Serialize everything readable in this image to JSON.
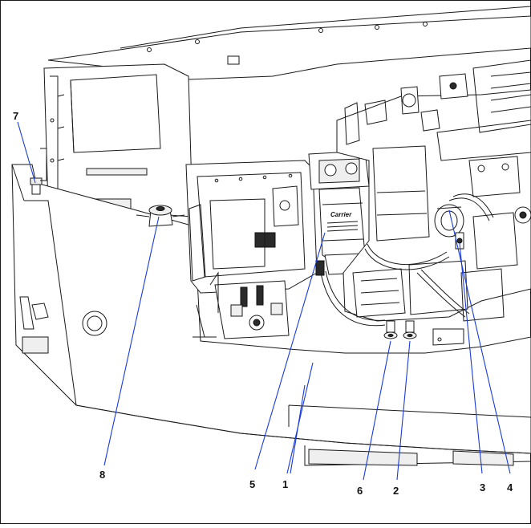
{
  "callouts": [
    {
      "id": "c1",
      "label": "1"
    },
    {
      "id": "c2",
      "label": "2"
    },
    {
      "id": "c3",
      "label": "3"
    },
    {
      "id": "c4",
      "label": "4"
    },
    {
      "id": "c5",
      "label": "5"
    },
    {
      "id": "c6",
      "label": "6"
    },
    {
      "id": "c7",
      "label": "7"
    },
    {
      "id": "c8",
      "label": "8"
    }
  ],
  "filter_brand": "Carrier",
  "colors": {
    "leader_line": "#1a3bd6",
    "line_art": "#1a1a1a",
    "background": "#ffffff"
  }
}
